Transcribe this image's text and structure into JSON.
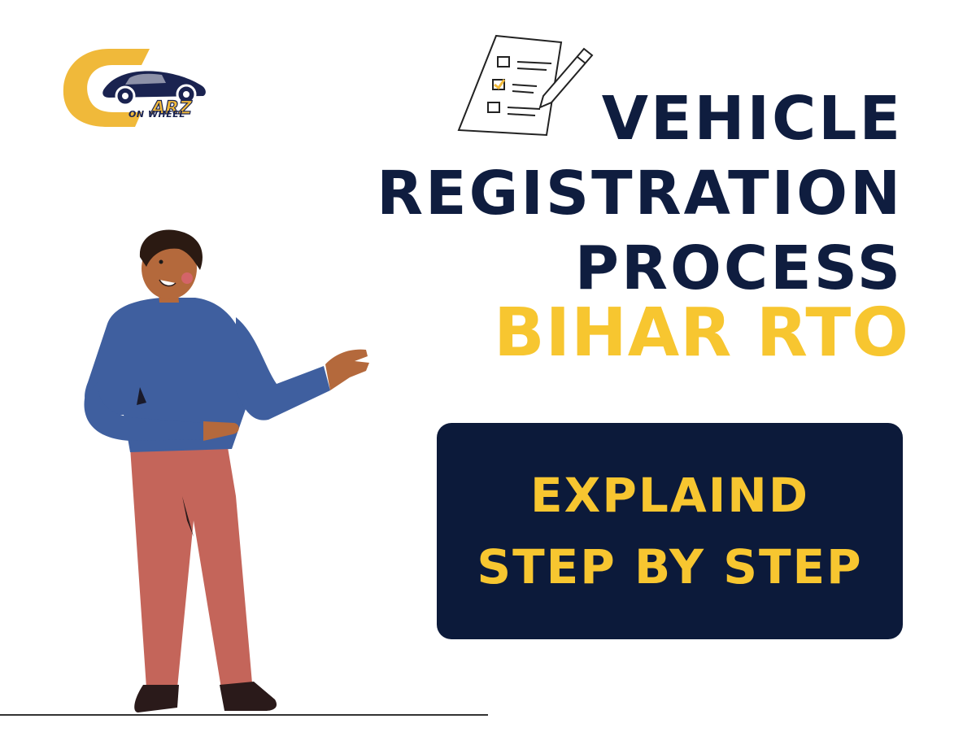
{
  "brand": {
    "logo_icon": "car-logo-icon",
    "subtitle": "ON WHEEL"
  },
  "header": {
    "icon": "checklist-document-icon",
    "title_lines": [
      "VEHICLE",
      "REGISTRATION",
      "PROCESS"
    ],
    "subtitle": "BIHAR RTO"
  },
  "cta": {
    "line1": "EXPLAIND",
    "line2": "STEP BY STEP"
  },
  "illustration": {
    "icon": "presenting-man-illustration"
  },
  "colors": {
    "navy": "#0c1a3a",
    "yellow": "#f7c630",
    "shirt_blue": "#3f5f9f",
    "pants_red": "#c4655a",
    "skin": "#b4693c"
  }
}
